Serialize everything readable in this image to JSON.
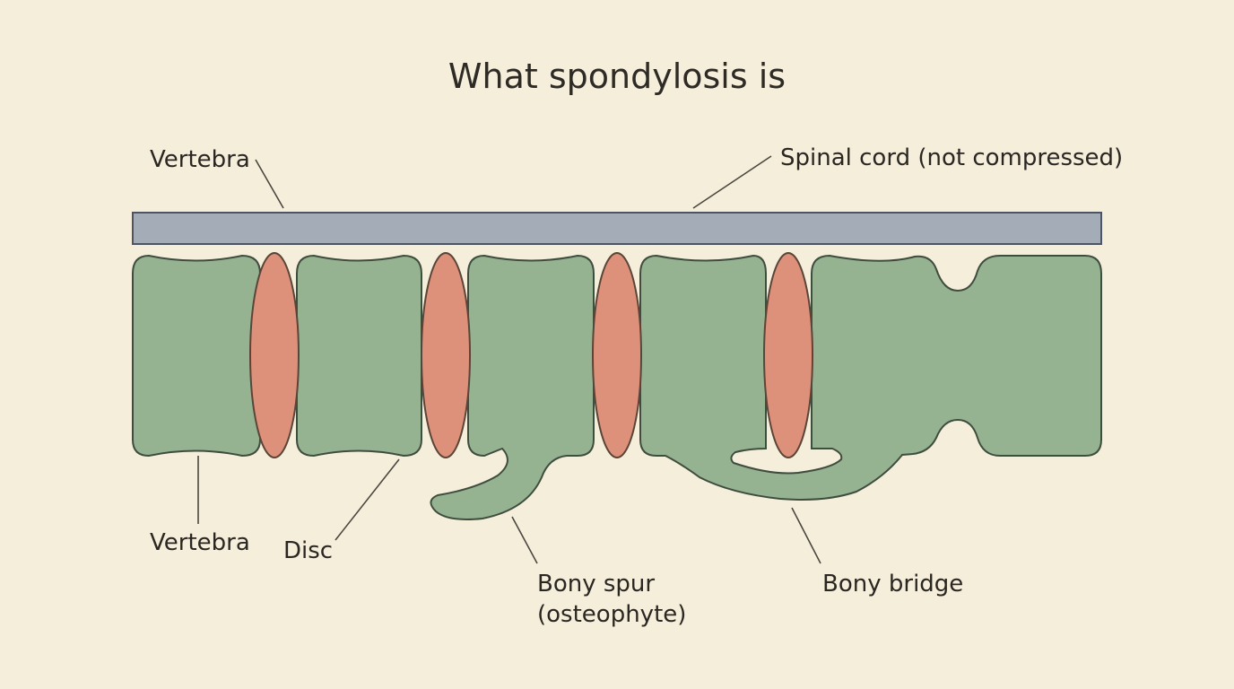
{
  "title": "What spondylosis is",
  "labels": {
    "vertebra_top": "Vertebra",
    "spinal_cord": "Spinal cord (not compressed)",
    "vertebra_bottom": "Vertebra",
    "disc": "Disc",
    "bony_spur_line1": "Bony spur",
    "bony_spur_line2": "(osteophyte)",
    "bony_bridge": "Bony bridge"
  },
  "colors": {
    "background": "#f5eedb",
    "spinal_cord": "#a4acb7",
    "vertebra": "#95b291",
    "disc": "#de917a"
  }
}
